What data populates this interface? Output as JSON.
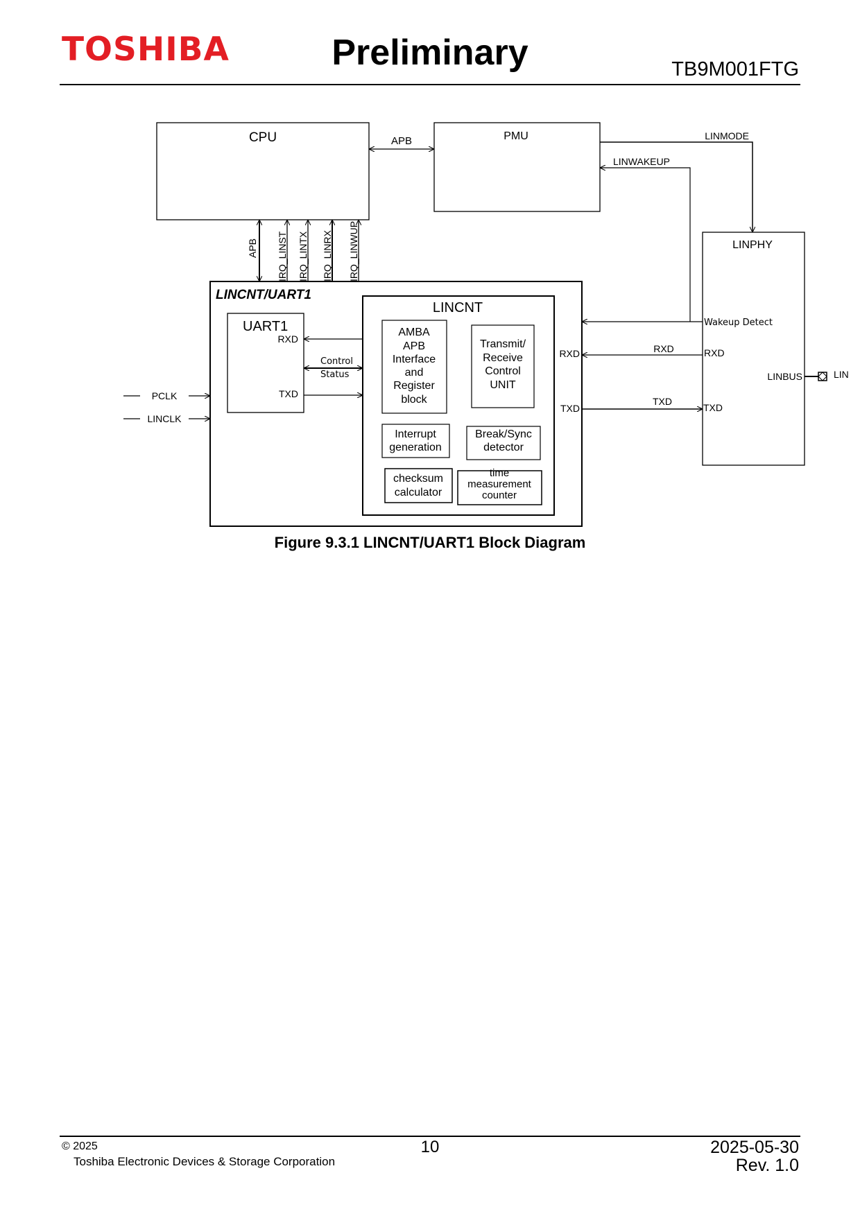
{
  "header": {
    "logo": "TOSHIBA",
    "title": "Preliminary",
    "part_number": "TB9M001FTG",
    "logo_color": "#e31e24"
  },
  "diagram": {
    "cpu": "CPU",
    "pmu": "PMU",
    "apb_bus": "APB",
    "linmode": "LINMODE",
    "linwakeup": "LINWAKEUP",
    "linphy": {
      "title": "LINPHY",
      "wakeup_detect": "Wakeup Detect",
      "rxd": "RXD",
      "txd": "TXD",
      "linbus": "LINBUS"
    },
    "lin_pin": "LIN",
    "rxd_line": "RXD",
    "txd_line": "TXD",
    "irq_signals": {
      "apb": "APB",
      "linst": "IRQ_LINST",
      "lintx": "IRQ_LINTX",
      "linrx": "IRQ_LINRX",
      "linwup": "IRQ_LINWUP"
    },
    "outer": {
      "title": "LINCNT/UART1",
      "rxd": "RXD",
      "txd": "TXD"
    },
    "uart1": {
      "title": "UART1",
      "rxd": "RXD",
      "txd": "TXD"
    },
    "control": "Control",
    "status": "Status",
    "pclk": "PCLK",
    "linclk": "LINCLK",
    "lincnt": {
      "title": "LINCNT",
      "amba": [
        "AMBA",
        "APB",
        "Interface",
        "and",
        "Register",
        "block"
      ],
      "trx": [
        "Transmit/",
        "Receive",
        "Control",
        "UNIT"
      ],
      "interrupt": [
        "Interrupt",
        "generation"
      ],
      "breaksync": [
        "Break/Sync",
        "detector"
      ],
      "checksum": [
        "checksum",
        "calculator"
      ],
      "timer": [
        "time",
        "measurement",
        "counter"
      ]
    }
  },
  "caption": "Figure 9.3.1 LINCNT/UART1 Block Diagram",
  "footer": {
    "copyright": "© 2025",
    "company": "Toshiba Electronic Devices & Storage Corporation",
    "page": "10",
    "date": "2025-05-30",
    "revision": "Rev. 1.0"
  }
}
